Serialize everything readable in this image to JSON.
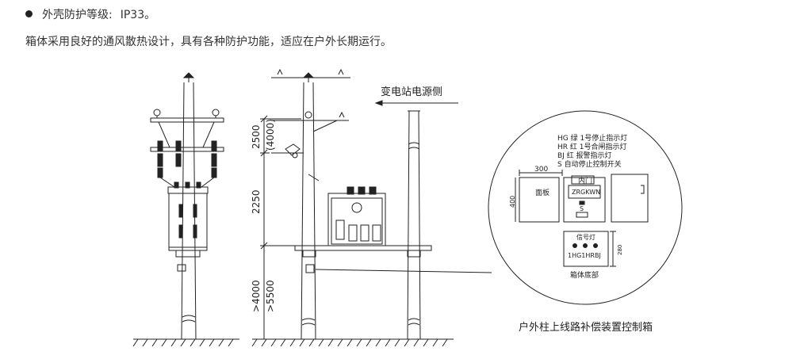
{
  "intro": {
    "bullet_label": "外壳防护等级:",
    "bullet_value": "IP33。",
    "description": "箱体采用良好的通风散热设计，具有各种防护功能，适应在户外长期运行。"
  },
  "diagram": {
    "source_side_label": "变电站电源侧",
    "dimensions": {
      "top": "2500",
      "top_alt": "(4000)",
      "middle": "2250",
      "bottom": ">4000",
      "bottom_alt": ">5500"
    },
    "detail": {
      "legend": [
        "HG 绿 1号停止指示灯",
        "HR 红 1号合闸指示灯",
        "BJ 红 报警指示灯",
        "S 自动停止控制开关"
      ],
      "width_dim": "300",
      "height_dim": "400",
      "panel_label": "面板",
      "inner_door_label": "内门",
      "device_label": "ZRGKWN",
      "switch_label": "S",
      "signal_title": "信号灯",
      "signal_lights": "1HG1HRBJ",
      "bottom_height_dim": "280",
      "bottom_label": "箱体底部"
    },
    "caption": "户外柱上线路补偿装置控制箱"
  }
}
